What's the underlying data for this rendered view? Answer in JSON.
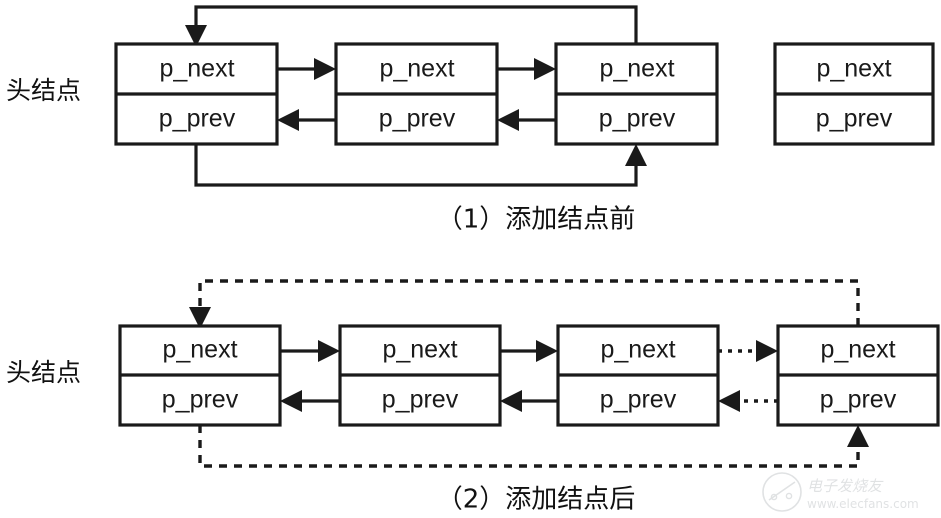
{
  "figure": {
    "title_alt": "doubly linked list node insertion diagram",
    "background_color": "#ffffff",
    "line_color": "#1a1a1a",
    "text_color": "#111111"
  },
  "node_fields": {
    "next": "p_next",
    "prev": "p_prev"
  },
  "diagrams": [
    {
      "id": "before",
      "side_label": "头结点",
      "caption": "（1）添加结点前",
      "nodes": [
        {
          "id": "head",
          "next": "p_next",
          "prev": "p_prev",
          "detached": false
        },
        {
          "id": "n1",
          "next": "p_next",
          "prev": "p_prev",
          "detached": false
        },
        {
          "id": "n2",
          "next": "p_next",
          "prev": "p_prev",
          "detached": false
        },
        {
          "id": "new",
          "next": "p_next",
          "prev": "p_prev",
          "detached": true
        }
      ],
      "link_style": "solid",
      "loop_style": "solid"
    },
    {
      "id": "after",
      "side_label": "头结点",
      "caption": "（2）添加结点后",
      "nodes": [
        {
          "id": "head",
          "next": "p_next",
          "prev": "p_prev",
          "detached": false
        },
        {
          "id": "n1",
          "next": "p_next",
          "prev": "p_prev",
          "detached": false
        },
        {
          "id": "n2",
          "next": "p_next",
          "prev": "p_prev",
          "detached": false
        },
        {
          "id": "new",
          "next": "p_next",
          "prev": "p_prev",
          "detached": false
        }
      ],
      "link_style": "solid",
      "loop_style": "dashed",
      "new_link_style": "dotted"
    }
  ],
  "watermark": {
    "brand": "电子发烧友",
    "url": "www.elecfans.com"
  }
}
